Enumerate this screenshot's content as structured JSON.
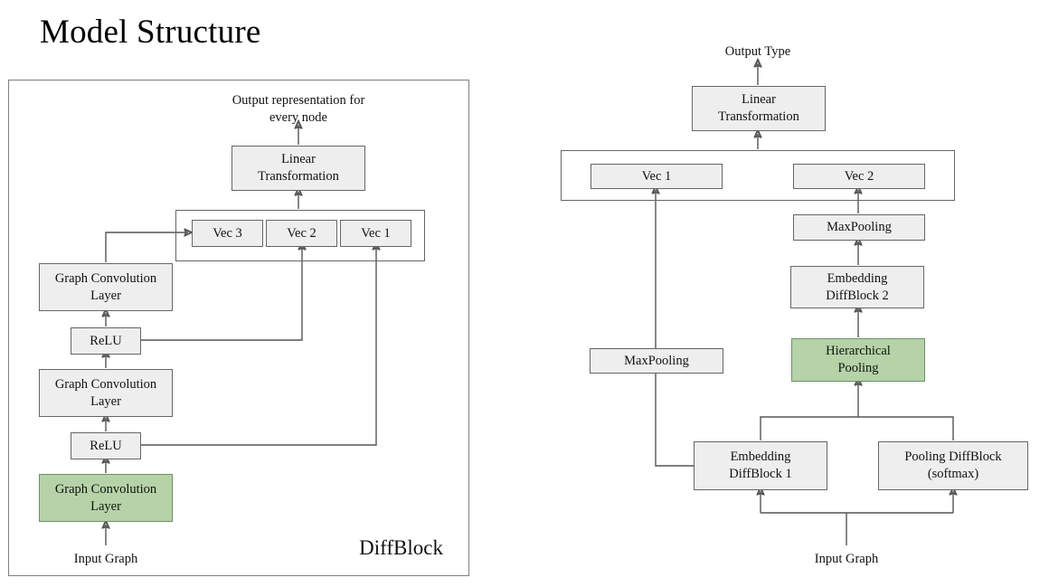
{
  "page": {
    "title": "Model Structure",
    "background_color": "#ffffff",
    "box_fill": "#eeeeee",
    "box_border": "#666666",
    "highlight_fill": "#b5d3a7",
    "highlight_border": "#6f8f66",
    "wire_color": "#555555"
  },
  "left_panel": {
    "frame_label": "DiffBlock",
    "output_label": "Output representation for\nevery node",
    "input_label": "Input Graph",
    "nodes": {
      "linear_transformation": "Linear\nTransformation",
      "vec3": "Vec 3",
      "vec2": "Vec 2",
      "vec1": "Vec 1",
      "gcl_top": "Graph Convolution\nLayer",
      "relu_top": "ReLU",
      "gcl_mid": "Graph Convolution\nLayer",
      "relu_bottom": "ReLU",
      "gcl_bottom": "Graph Convolution\nLayer"
    }
  },
  "right_panel": {
    "output_label": "Output Type",
    "input_label": "Input Graph",
    "nodes": {
      "linear_transformation": "Linear\nTransformation",
      "vec1": "Vec 1",
      "vec2": "Vec 2",
      "maxpooling_left": "MaxPooling",
      "maxpooling_right": "MaxPooling",
      "embedding_diffblock_2": "Embedding\nDiffBlock 2",
      "hierarchical_pooling": "Hierarchical\nPooling",
      "embedding_diffblock_1": "Embedding\nDiffBlock 1",
      "pooling_diffblock": "Pooling DiffBlock\n(softmax)"
    }
  }
}
